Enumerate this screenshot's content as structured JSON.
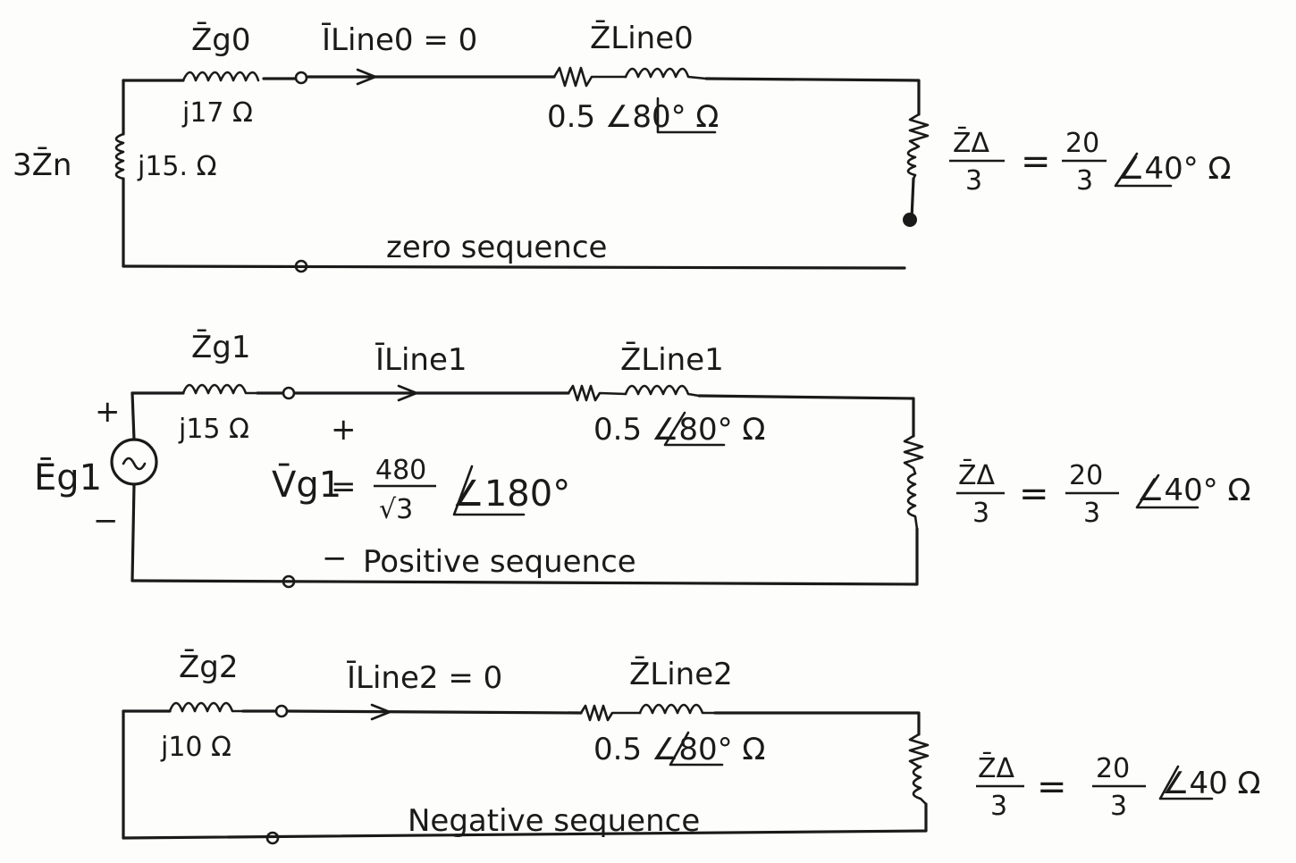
{
  "zero": {
    "zg": "Z̄g0",
    "zg_val": "j17 Ω",
    "i_line": "ĪLine0 = 0",
    "z_line": "Z̄Line0",
    "z_line_val": "0.5 ∠80° Ω",
    "zn_label": "3Z̄n",
    "zn_val": "j15. Ω",
    "za_num": "Z̄Δ",
    "za_den": "3",
    "eq": "=",
    "za_val_num": "20",
    "za_val_den": "3",
    "za_angle": "∠40° Ω",
    "caption": "zero sequence"
  },
  "positive": {
    "zg": "Z̄g1",
    "zg_val": "j15 Ω",
    "i_line": "ĪLine1",
    "z_line": "Z̄Line1",
    "z_line_val": "0.5 ∠80° Ω",
    "source": "Ēg1",
    "plus": "+",
    "minus": "−",
    "vg_plus": "+",
    "vg_label": "V̄g1",
    "vg_eq": "=",
    "vg_num": "480",
    "vg_den": "√3",
    "vg_angle": "∠180°",
    "vg_minus": "−",
    "za_num": "Z̄Δ",
    "za_den": "3",
    "eq": "=",
    "za_val_num": "20",
    "za_val_den": "3",
    "za_angle": "∠40° Ω",
    "caption": "Positive sequence"
  },
  "negative": {
    "zg": "Z̄g2",
    "zg_val": "j10 Ω",
    "i_line": "ĪLine2 = 0",
    "z_line": "Z̄Line2",
    "z_line_val": "0.5 ∠80° Ω",
    "za_num": "Z̄Δ",
    "za_den": "3",
    "eq": "=",
    "za_val_num": "20",
    "za_val_den": "3",
    "za_angle": "∠40 Ω",
    "caption": "Negative sequence"
  }
}
